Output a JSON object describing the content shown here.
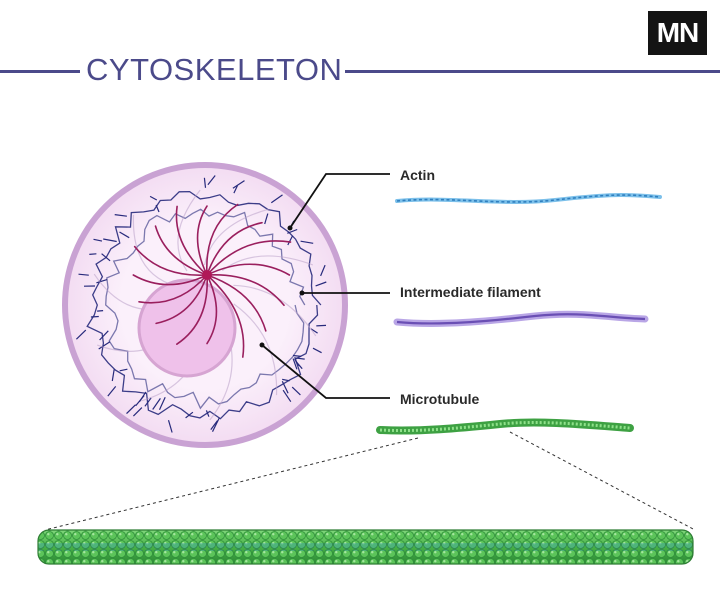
{
  "title": "CYTOSKELETON",
  "logo": "MN",
  "labels": {
    "actin": "Actin",
    "intermediate": "Intermediate filament",
    "microtubule": "Microtubule"
  },
  "colors": {
    "title": "#4b4a8a",
    "actin": "#3b8fcf",
    "intermediate": "#7a62c0",
    "microtubule": "#4cb84a",
    "cell_membrane": "#c9a2d3",
    "cell_fill": "#f7e7f6",
    "nucleus": "#f0c3ea",
    "actin_network": "#272a7c",
    "microtubule_network": "#9a1f5e"
  }
}
